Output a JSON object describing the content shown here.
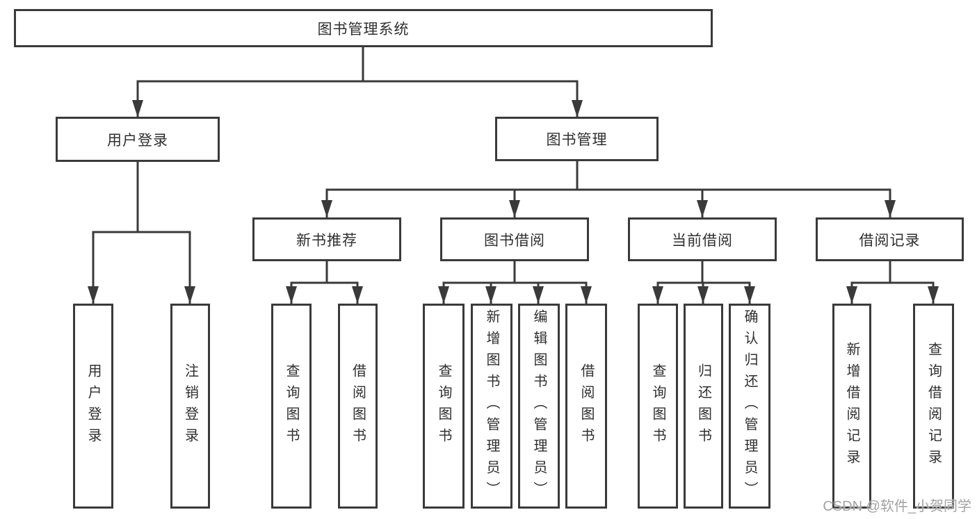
{
  "diagram": {
    "title": "图书管理系统",
    "colors": {
      "line": "#3a3a3a",
      "box_border": "#3a3a3a",
      "text": "#2f2f2f",
      "background": "#ffffff",
      "watermark": "#a3a3a3"
    },
    "root": {
      "label": "图书管理系统"
    },
    "level2": [
      {
        "label": "用户登录"
      },
      {
        "label": "图书管理"
      }
    ],
    "level3": [
      {
        "parent": "图书管理",
        "label": "新书推荐"
      },
      {
        "parent": "图书管理",
        "label": "图书借阅"
      },
      {
        "parent": "图书管理",
        "label": "当前借阅"
      },
      {
        "parent": "图书管理",
        "label": "借阅记录"
      }
    ],
    "leaves": [
      {
        "parent": "用户登录",
        "label": "用户登录"
      },
      {
        "parent": "用户登录",
        "label": "注销登录"
      },
      {
        "parent": "新书推荐",
        "label": "查询图书"
      },
      {
        "parent": "新书推荐",
        "label": "借阅图书"
      },
      {
        "parent": "图书借阅",
        "label": "查询图书"
      },
      {
        "parent": "图书借阅",
        "label": "新增图书（管理员）"
      },
      {
        "parent": "图书借阅",
        "label": "编辑图书（管理员）"
      },
      {
        "parent": "图书借阅",
        "label": "借阅图书"
      },
      {
        "parent": "当前借阅",
        "label": "查询图书"
      },
      {
        "parent": "当前借阅",
        "label": "归还图书"
      },
      {
        "parent": "当前借阅",
        "label": "确认归还（管理员）"
      },
      {
        "parent": "借阅记录",
        "label": "新增借阅记录"
      },
      {
        "parent": "借阅记录",
        "label": "查询借阅记录"
      }
    ],
    "watermark": "CSDN @软件_小贺同学"
  }
}
